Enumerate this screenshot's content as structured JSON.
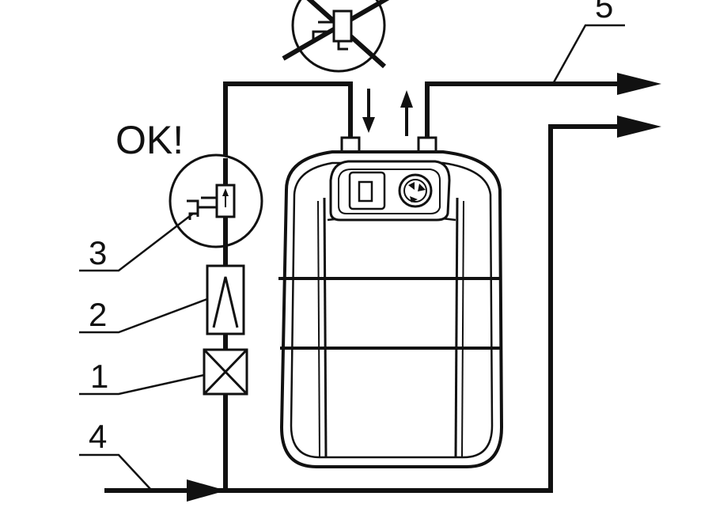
{
  "labels": {
    "ok": "OK!",
    "callout_1": "1",
    "callout_2": "2",
    "callout_3": "3",
    "callout_4": "4",
    "callout_5": "5"
  },
  "colors": {
    "line": "#111111",
    "background": "#ffffff",
    "fill": "#ffffff"
  },
  "icons": {
    "forbidden": "crossed-out-valve-icon",
    "allowed": "safety-valve-icon",
    "check_valve": "check-valve-icon",
    "shutoff_valve": "shutoff-valve-icon",
    "panel": "control-panel-icon"
  }
}
